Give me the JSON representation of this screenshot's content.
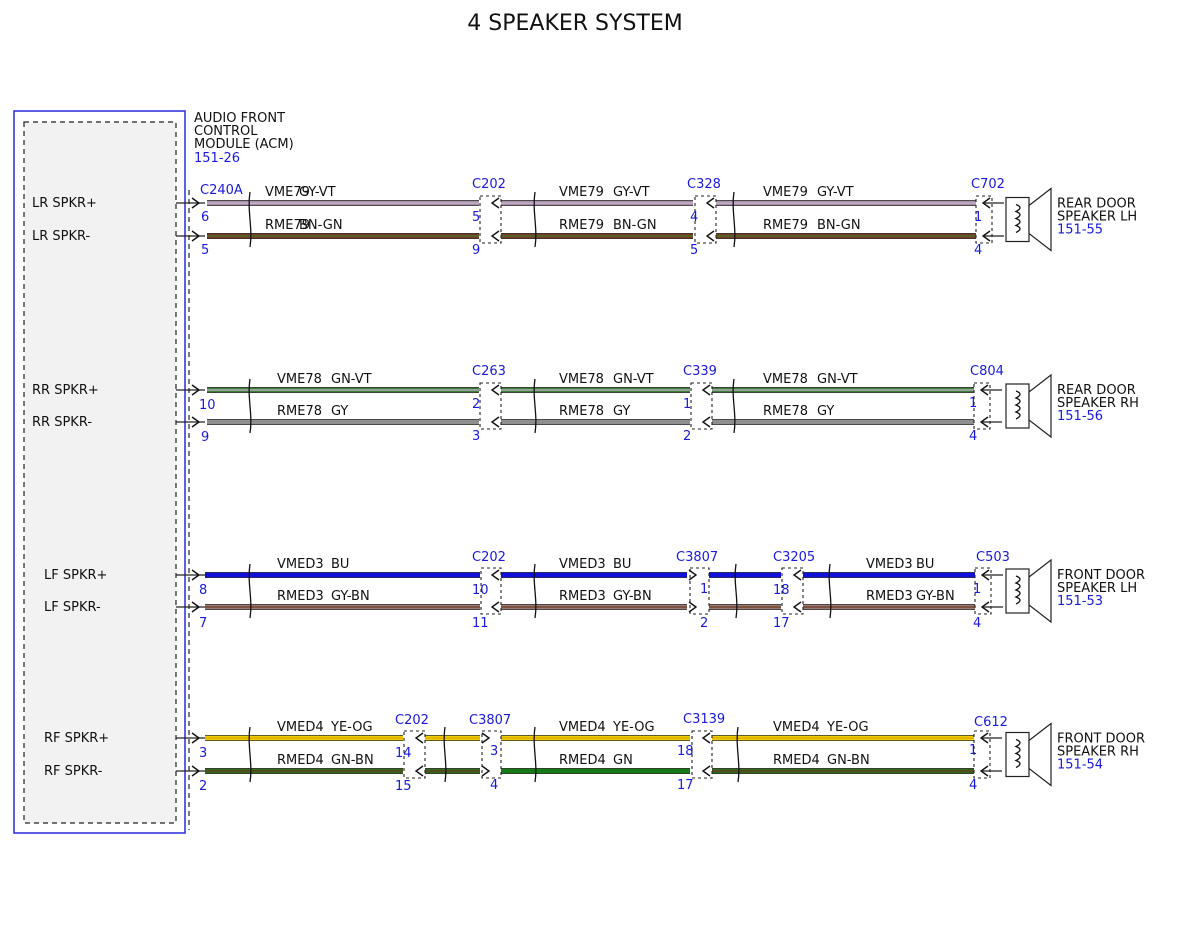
{
  "title": "4 SPEAKER SYSTEM",
  "module": {
    "name_lines": [
      "AUDIO FRONT",
      "CONTROL",
      "MODULE (ACM)"
    ],
    "ref": "151-26"
  },
  "colors": {
    "GY-VT": "#a58fa5",
    "BN-GN": "#7a3b22",
    "GN-VT": "#3f7f3a",
    "GY": "#8f8f8f",
    "BU": "#1111dd",
    "GY-BN": "#9b7d78",
    "YE-OG": "#e6d200",
    "GN-BN": "#2f6a1c",
    "GN": "#167a16",
    "blue": "#1a1ad6"
  },
  "circuits": [
    {
      "top_label": "LR SPKR+",
      "bottom_label": "LR SPKR-",
      "speaker": [
        "REAR DOOR",
        "SPEAKER LH"
      ],
      "speaker_ref": "151-55",
      "connectors": [
        "C240A",
        "C202",
        "C328",
        "C702"
      ],
      "top_pins": [
        "6",
        "5",
        "4",
        "1"
      ],
      "bottom_pins": [
        "5",
        "9",
        "5",
        "4"
      ],
      "top_wires": [
        {
          "circuit": "VME79",
          "color": "GY-VT"
        },
        {
          "circuit": "VME79",
          "color": "GY-VT"
        },
        {
          "circuit": "VME79",
          "color": "GY-VT"
        }
      ],
      "bottom_wires": [
        {
          "circuit": "RME79",
          "color": "BN-GN"
        },
        {
          "circuit": "RME79",
          "color": "BN-GN"
        },
        {
          "circuit": "RME79",
          "color": "BN-GN"
        }
      ]
    },
    {
      "top_label": "RR SPKR+",
      "bottom_label": "RR SPKR-",
      "speaker": [
        "REAR DOOR",
        "SPEAKER RH"
      ],
      "speaker_ref": "151-56",
      "connectors": [
        "C263",
        "C339",
        "C804"
      ],
      "top_pins": [
        "10",
        "2",
        "1",
        "1"
      ],
      "bottom_pins": [
        "9",
        "3",
        "2",
        "4"
      ],
      "top_wires": [
        {
          "circuit": "VME78",
          "color": "GN-VT"
        },
        {
          "circuit": "VME78",
          "color": "GN-VT"
        },
        {
          "circuit": "VME78",
          "color": "GN-VT"
        }
      ],
      "bottom_wires": [
        {
          "circuit": "RME78",
          "color": "GY"
        },
        {
          "circuit": "RME78",
          "color": "GY"
        },
        {
          "circuit": "RME78",
          "color": "GY"
        }
      ]
    },
    {
      "top_label": "LF SPKR+",
      "bottom_label": "LF SPKR-",
      "speaker": [
        "FRONT DOOR",
        "SPEAKER LH"
      ],
      "speaker_ref": "151-53",
      "connectors": [
        "C202",
        "C3807",
        "C3205",
        "C503"
      ],
      "top_pins": [
        "8",
        "10",
        "1",
        "18",
        "1"
      ],
      "bottom_pins": [
        "7",
        "11",
        "2",
        "17",
        "4"
      ],
      "top_wires": [
        {
          "circuit": "VMED3",
          "color": "BU"
        },
        {
          "circuit": "VMED3",
          "color": "BU"
        },
        {
          "circuit": "",
          "color": "BU"
        },
        {
          "circuit": "VMED3",
          "color": "BU"
        }
      ],
      "bottom_wires": [
        {
          "circuit": "RMED3",
          "color": "GY-BN"
        },
        {
          "circuit": "RMED3",
          "color": "GY-BN"
        },
        {
          "circuit": "",
          "color": "GY-BN"
        },
        {
          "circuit": "RMED3",
          "color": "GY-BN"
        }
      ]
    },
    {
      "top_label": "RF SPKR+",
      "bottom_label": "RF SPKR-",
      "speaker": [
        "FRONT DOOR",
        "SPEAKER RH"
      ],
      "speaker_ref": "151-54",
      "connectors": [
        "C202",
        "C3807",
        "C3139",
        "C612"
      ],
      "top_pins": [
        "3",
        "14",
        "3",
        "18",
        "1"
      ],
      "bottom_pins": [
        "2",
        "15",
        "4",
        "17",
        "4"
      ],
      "top_wires": [
        {
          "circuit": "VMED4",
          "color": "YE-OG"
        },
        {
          "circuit": "",
          "color": "YE-OG"
        },
        {
          "circuit": "VMED4",
          "color": "YE-OG"
        },
        {
          "circuit": "VMED4",
          "color": "YE-OG"
        }
      ],
      "bottom_wires": [
        {
          "circuit": "RMED4",
          "color": "GN-BN"
        },
        {
          "circuit": "",
          "color": "GN-BN"
        },
        {
          "circuit": "RMED4",
          "color": "GN"
        },
        {
          "circuit": "RMED4",
          "color": "GN-BN"
        }
      ]
    }
  ]
}
